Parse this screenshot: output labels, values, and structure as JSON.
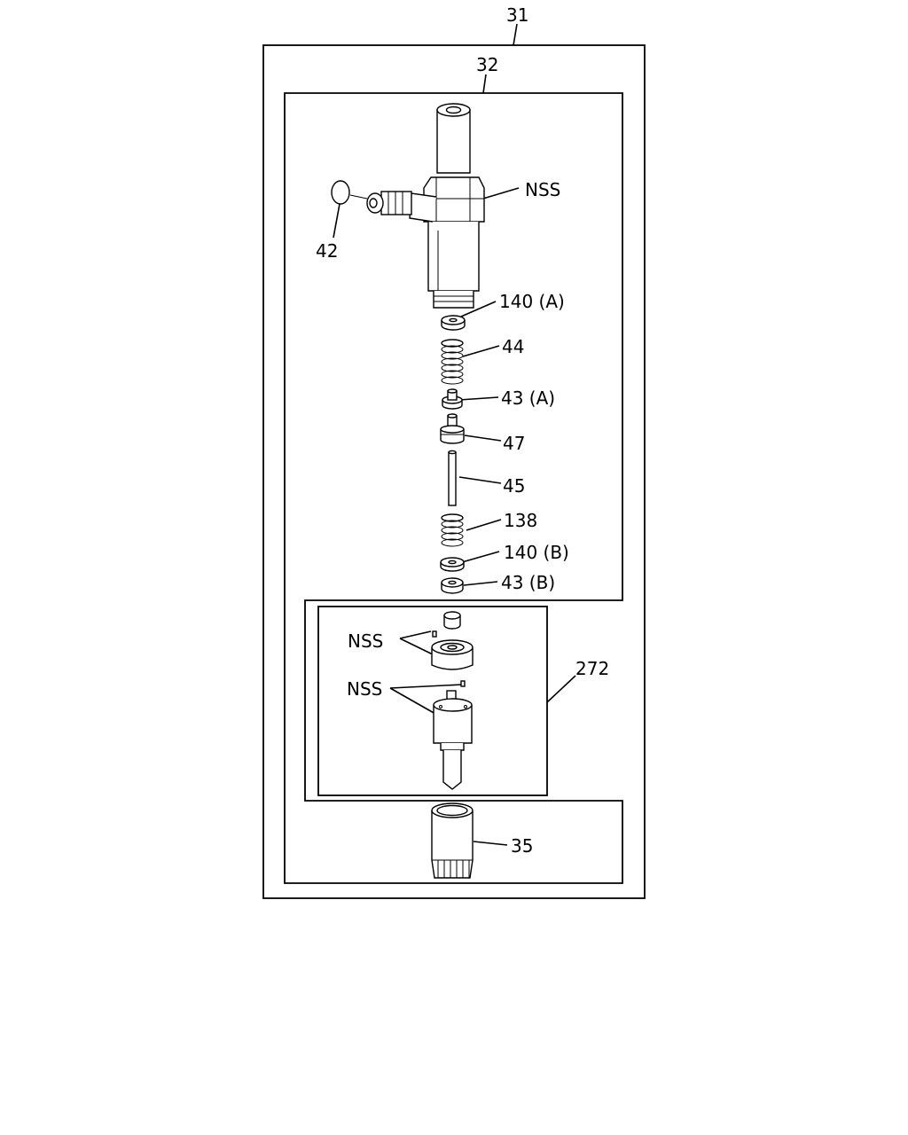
{
  "diagram": {
    "callouts": {
      "assembly": "31",
      "holder_assembly": "32",
      "oring": "42",
      "nozzle_body_nss": "NSS",
      "washer_a": "140 (A)",
      "spring_upper": "44",
      "seat_a": "43 (A)",
      "spring_seat": "47",
      "push_rod": "45",
      "spring_lower": "138",
      "washer_b": "140 (B)",
      "seat_b": "43 (B)",
      "nozzle_kit": "272",
      "kit_nss_upper": "NSS",
      "kit_nss_lower": "NSS",
      "retaining_nut": "35"
    }
  }
}
